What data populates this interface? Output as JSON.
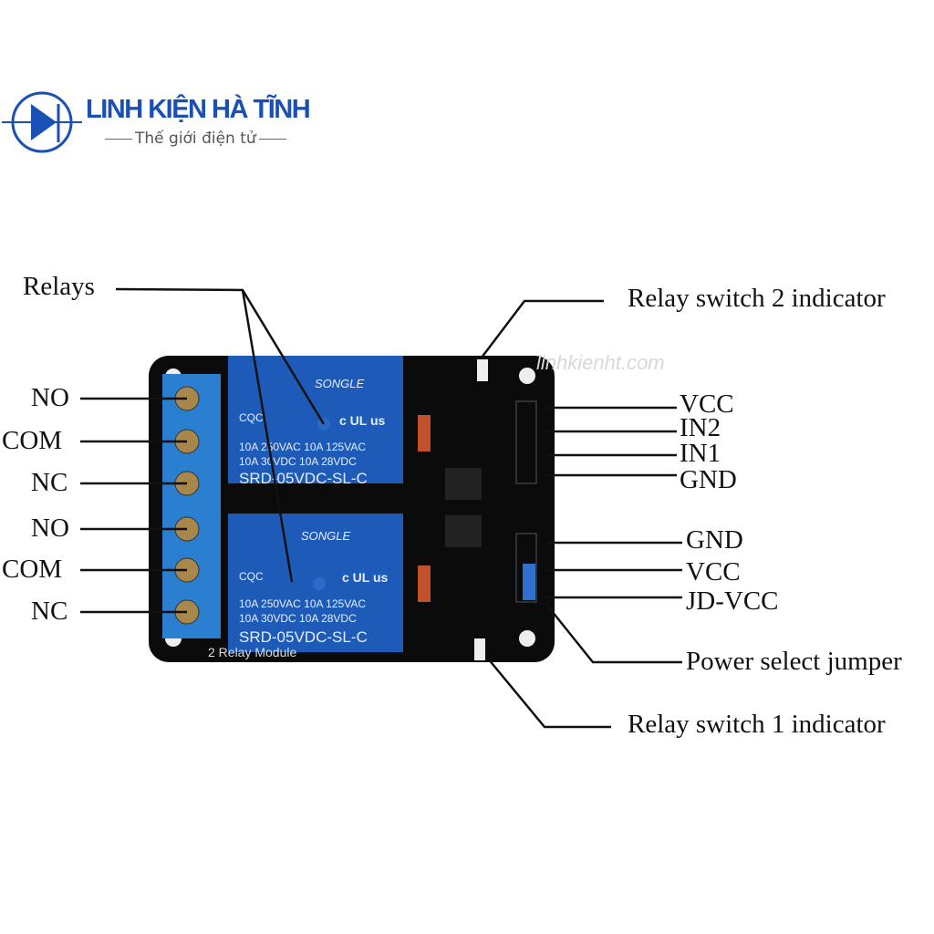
{
  "logo": {
    "title": "LINH KIỆN HÀ TĨNH",
    "subtitle": "Thế giới điện tử"
  },
  "watermark": "linhkienht.com",
  "board": {
    "brand": "SONGLE",
    "rating1": "10A 250VAC  10A 125VAC",
    "rating2": "10A 30VDC  10A 28VDC",
    "model": "SRD-05VDC-SL-C",
    "cert": "CQC",
    "ul": "c UL us",
    "silk": "2 Relay Module"
  },
  "labels": {
    "relays": "Relays",
    "left": [
      "NO",
      "COM",
      "NC",
      "NO",
      "COM",
      "NC"
    ],
    "relay2_indicator": "Relay switch 2 indicator",
    "relay1_indicator": "Relay switch 1 indicator",
    "input_pins": [
      "VCC",
      "IN2",
      "IN1",
      "GND"
    ],
    "power_pins": [
      "GND",
      "VCC",
      "JD-VCC"
    ],
    "jumper": "Power select jumper"
  },
  "colors": {
    "brand": "#1a4fb5",
    "pcb": "#0b0b0b",
    "relay": "#1e5bb8",
    "terminal": "#2a7fd0"
  }
}
